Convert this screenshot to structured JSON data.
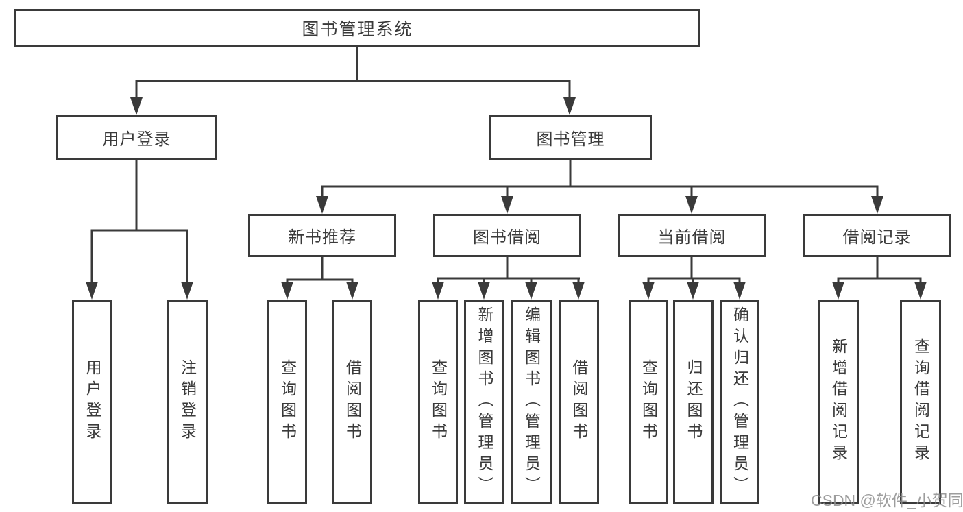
{
  "diagram": {
    "title": "图书管理系统",
    "level2": [
      {
        "label": "用户登录"
      },
      {
        "label": "图书管理"
      }
    ],
    "level3": [
      {
        "label": "新书推荐"
      },
      {
        "label": "图书借阅"
      },
      {
        "label": "当前借阅"
      },
      {
        "label": "借阅记录"
      }
    ],
    "leaves": {
      "login": [
        "用户登录",
        "注销登录"
      ],
      "recommend": [
        "查询图书",
        "借阅图书"
      ],
      "borrow": [
        "查询图书",
        "新增图书（管理员）",
        "编辑图书（管理员）",
        "借阅图书"
      ],
      "current": [
        "查询图书",
        "归还图书",
        "确认归还（管理员）"
      ],
      "records": [
        "新增借阅记录",
        "查询借阅记录"
      ]
    },
    "colors": {
      "line": "#3a3a3a",
      "text": "#3a3a3a",
      "background": "#ffffff",
      "watermark": "#8c8c8c"
    },
    "watermark": "CSDN @软件_小贺同学"
  }
}
